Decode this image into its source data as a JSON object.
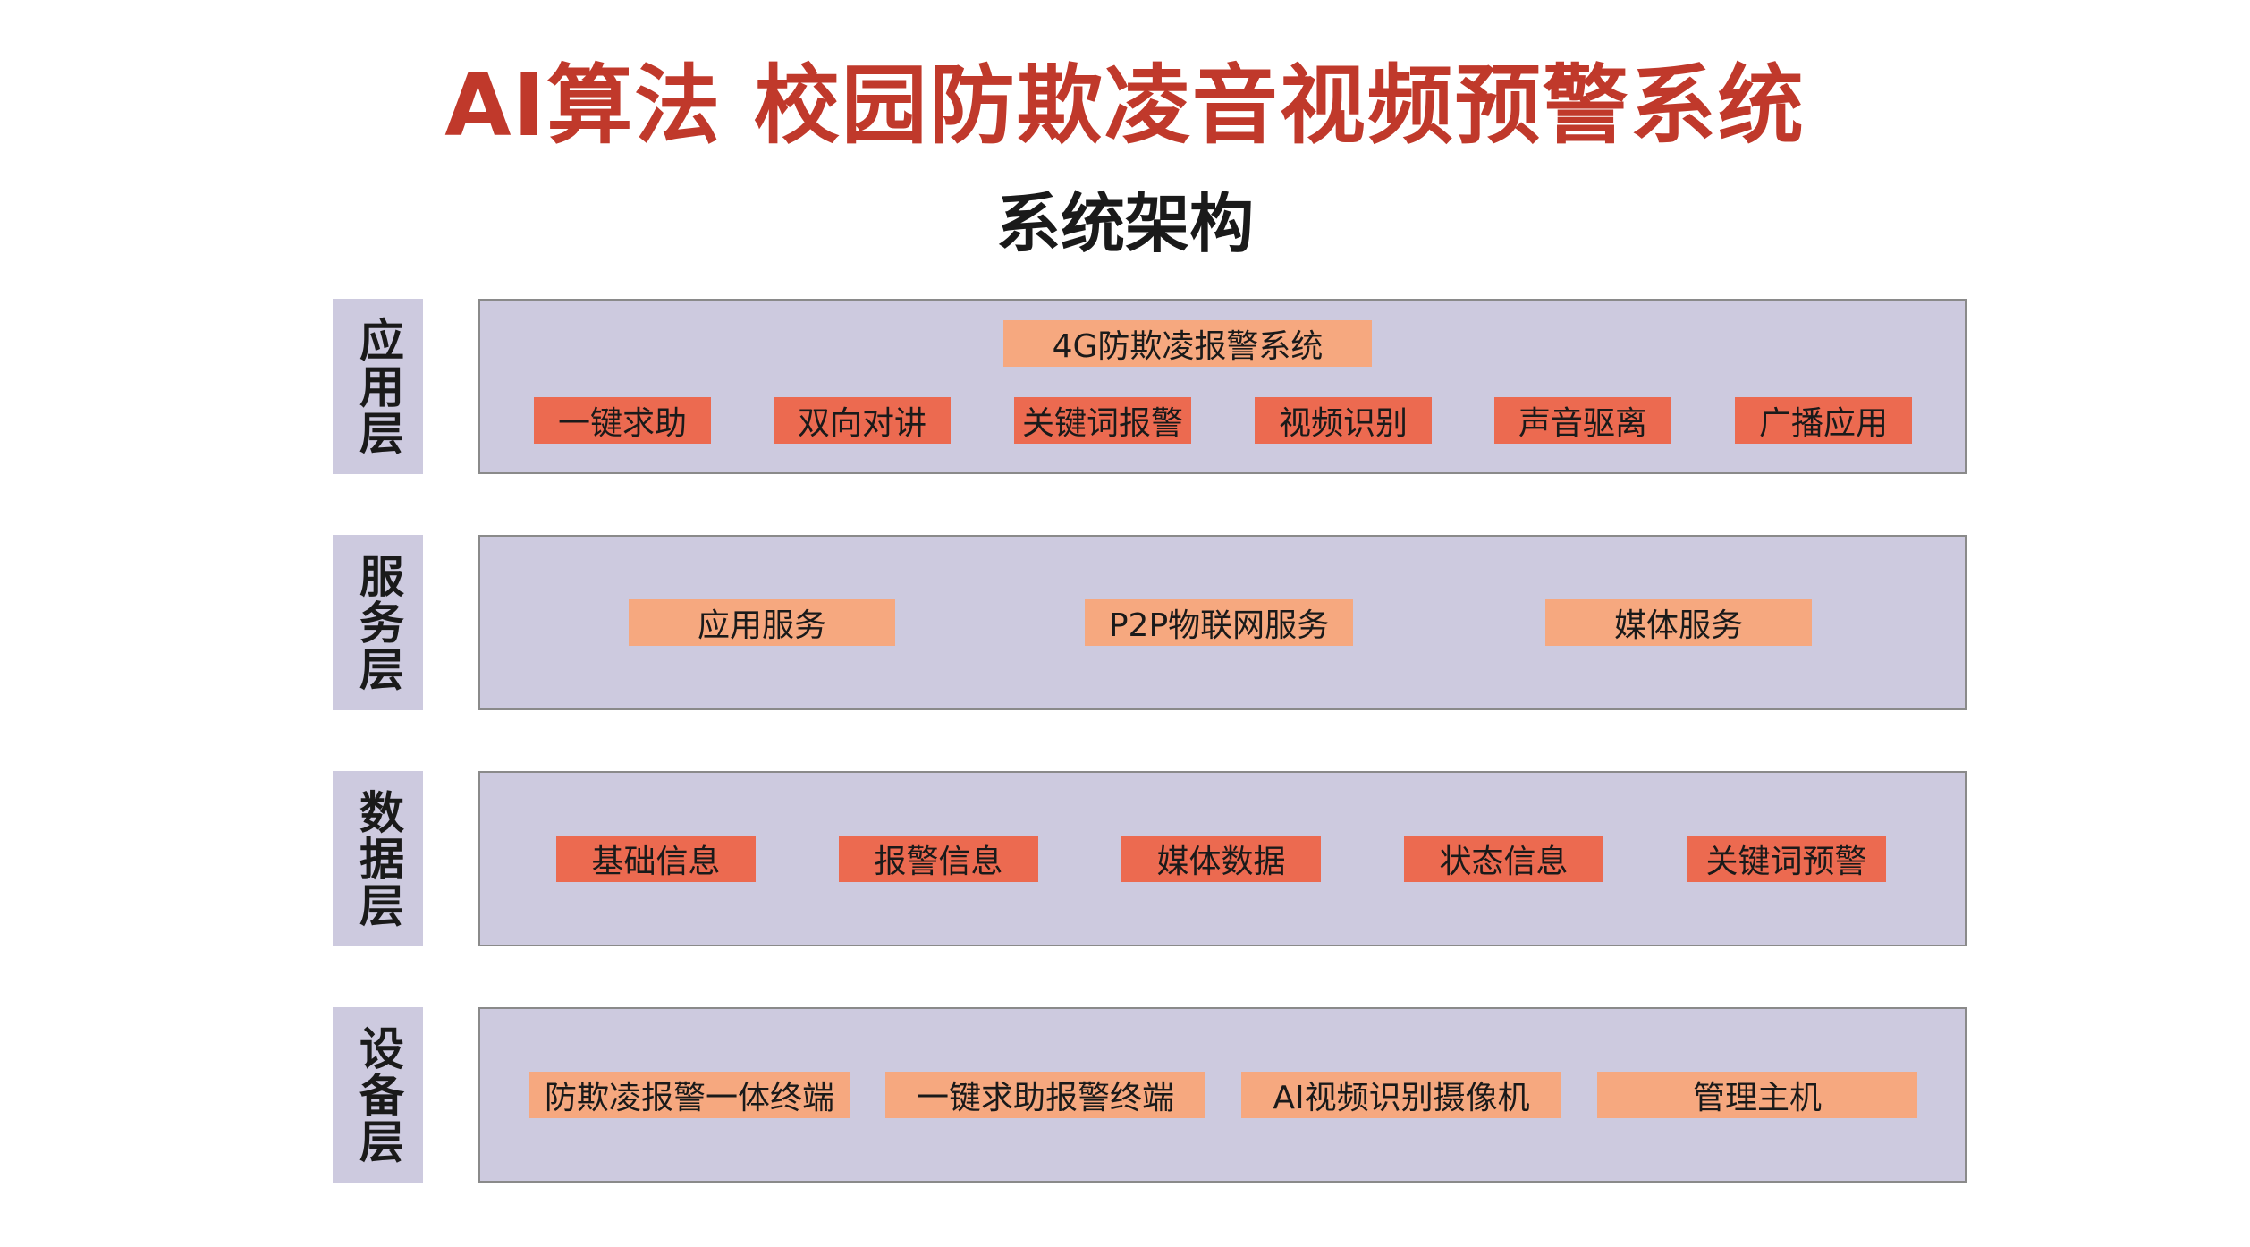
{
  "title": "AI算法 校园防欺凌音视频预警系统",
  "subtitle": "系统架构",
  "colors": {
    "title": "#c0392b",
    "panel": "#cdcadf",
    "box_dark": "#ec6a50",
    "box_light": "#f6a87f"
  },
  "layers": [
    {
      "label": "应用层",
      "system": "4G防欺凌报警系统",
      "items": [
        "一键求助",
        "双向对讲",
        "关键词报警",
        "视频识别",
        "声音驱离",
        "广播应用"
      ]
    },
    {
      "label": "服务层",
      "items": [
        "应用服务",
        "P2P物联网服务",
        "媒体服务"
      ]
    },
    {
      "label": "数据层",
      "items": [
        "基础信息",
        "报警信息",
        "媒体数据",
        "状态信息",
        "关键词预警"
      ]
    },
    {
      "label": "设备层",
      "items": [
        "防欺凌报警一体终端",
        "一键求助报警终端",
        "AI视频识别摄像机",
        "管理主机"
      ]
    }
  ]
}
